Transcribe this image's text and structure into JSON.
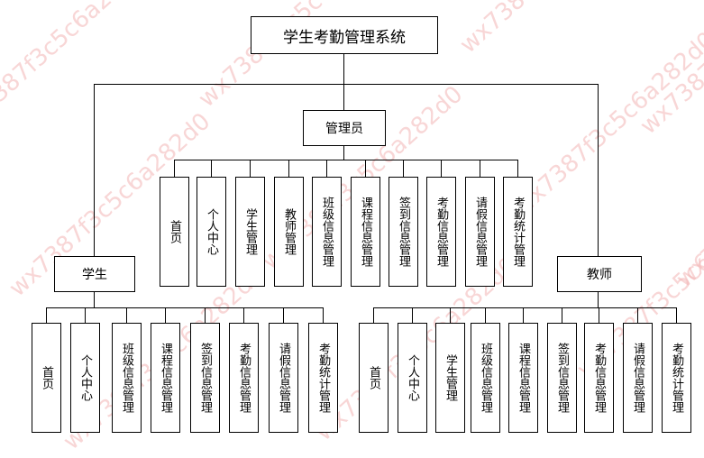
{
  "title": "学生考勤管理系统",
  "watermark_text": "wx7387f3c5c6a282d0",
  "colors": {
    "line": "#000000",
    "box_border": "#000000",
    "background": "#ffffff",
    "watermark": "#f3b5b5"
  },
  "roles": {
    "admin": {
      "label": "管理员",
      "children": [
        "首页",
        "个人中心",
        "学生管理",
        "教师管理",
        "班级信息管理",
        "课程信息管理",
        "签到信息管理",
        "考勤信息管理",
        "请假信息管理",
        "考勤统计管理"
      ]
    },
    "student": {
      "label": "学生",
      "children": [
        "首页",
        "个人中心",
        "班级信息管理",
        "课程信息管理",
        "签到信息管理",
        "考勤信息管理",
        "请假信息管理",
        "考勤统计管理"
      ]
    },
    "teacher": {
      "label": "教师",
      "children": [
        "首页",
        "个人中心",
        "学生管理",
        "班级信息管理",
        "课程信息管理",
        "签到信息管理",
        "考勤信息管理",
        "请假信息管理",
        "考勤统计管理"
      ]
    }
  }
}
